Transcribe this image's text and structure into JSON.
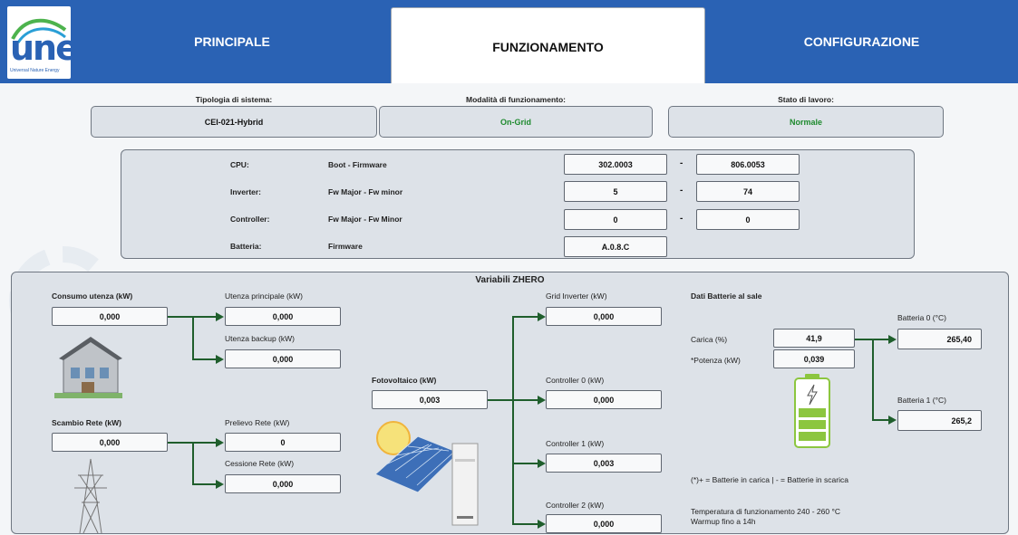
{
  "logo": {
    "text": "une",
    "subtitle": "Universal Nature Energy"
  },
  "tabs": [
    {
      "label": "PRINCIPALE"
    },
    {
      "label": "FUNZIONAMENTO"
    },
    {
      "label": "CONFIGURAZIONE"
    }
  ],
  "status": {
    "system_type_label": "Tipologia di sistema:",
    "system_type_value": "CEI-021-Hybrid",
    "mode_label": "Modalità  di funzionamento:",
    "mode_value": "On-Grid",
    "work_state_label": "Stato di lavoro:",
    "work_state_value": "Normale"
  },
  "firmware": {
    "rows": [
      {
        "name": "CPU:",
        "desc": "Boot - Firmware",
        "v1": "302.0003",
        "sep": "-",
        "v2": "806.0053"
      },
      {
        "name": "Inverter:",
        "desc": "Fw Major - Fw minor",
        "v1": "5",
        "sep": "-",
        "v2": "74"
      },
      {
        "name": "Controller:",
        "desc": "Fw Major - Fw Minor",
        "v1": "0",
        "sep": "-",
        "v2": "0"
      },
      {
        "name": "Batteria:",
        "desc": "Firmware",
        "v1": "A.0.8.C"
      }
    ]
  },
  "zhero": {
    "title": "Variabili ZHERO",
    "consumo_label": "Consumo utenza (kW)",
    "consumo_value": "0,000",
    "utenza_principale_label": "Utenza principale (kW)",
    "utenza_principale_value": "0,000",
    "utenza_backup_label": "Utenza backup (kW)",
    "utenza_backup_value": "0,000",
    "scambio_label": "Scambio Rete (kW)",
    "scambio_value": "0,000",
    "prelievo_label": "Prelievo Rete (kW)",
    "prelievo_value": "0",
    "cessione_label": "Cessione Rete (kW)",
    "cessione_value": "0,000",
    "fotovoltaico_label": "Fotovoltaico (kW)",
    "fotovoltaico_value": "0,003",
    "grid_inverter_label": "Grid Inverter (kW)",
    "grid_inverter_value": "0,000",
    "controller0_label": "Controller 0 (kW)",
    "controller0_value": "0,000",
    "controller1_label": "Controller 1 (kW)",
    "controller1_value": "0,003",
    "controller2_label": "Controller 2 (kW)",
    "controller2_value": "0,000",
    "batterie_title": "Dati Batterie al sale",
    "carica_label": "Carica (%)",
    "carica_value": "41,9",
    "potenza_label": "*Potenza (kW)",
    "potenza_value": "0,039",
    "batteria0_label": "Batteria 0 (°C)",
    "batteria0_value": "265,40",
    "batteria1_label": "Batteria 1 (°C)",
    "batteria1_value": "265,2",
    "note": "(*)+ = Batterie in carica | - = Batterie in scarica",
    "temp_note1": "Temperatura di funzionamento 240 - 260 °C",
    "temp_note2": "Warmup fino a 14h"
  },
  "colors": {
    "nav": "#2a62b4",
    "panel": "#dde2e8",
    "green_text": "#1e8a2e",
    "arrow": "#1f5e2c",
    "battery": "#8cc63f"
  }
}
